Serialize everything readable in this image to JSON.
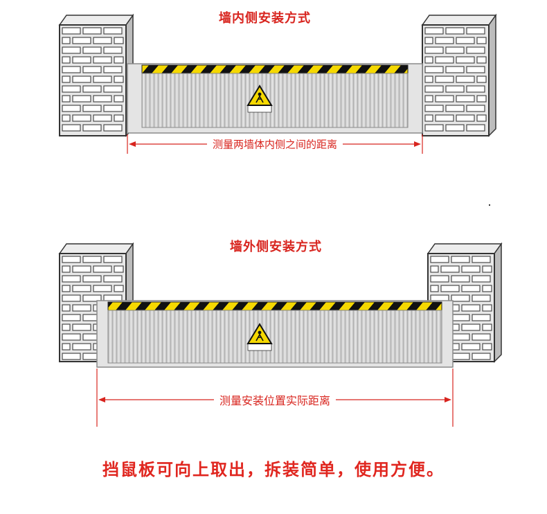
{
  "scene_inside": {
    "title": "墙内侧安装方式",
    "measure_label": "测量两墙体内侧之间的距离"
  },
  "scene_outside": {
    "title": "墙外侧安装方式",
    "measure_label": "测量安装位置实际距离"
  },
  "footer_text": "挡鼠板可向上取出，拆装简单，使用方便。",
  "colors": {
    "accent_red": "#d8241e",
    "stripe_yellow": "#f5d800",
    "stripe_black": "#111111",
    "brick_face": "#e6e6e6",
    "brick_mortar": "#4a4a4a",
    "panel": "#cfcfcf"
  },
  "icons": {
    "warning_sign": "caution-triangle-icon"
  }
}
